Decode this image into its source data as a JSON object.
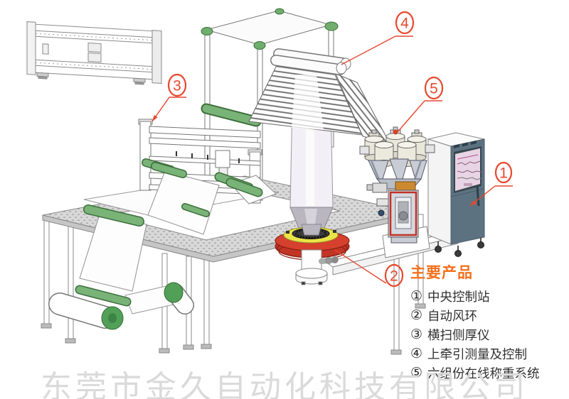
{
  "legend": {
    "title": "主要产品",
    "items": [
      {
        "number": "①",
        "label": "中央控制站"
      },
      {
        "number": "②",
        "label": "自动风环"
      },
      {
        "number": "③",
        "label": "横扫侧厚仪"
      },
      {
        "number": "④",
        "label": "上牵引测量及控制"
      },
      {
        "number": "⑤",
        "label": "六组份在线称重系统"
      }
    ]
  },
  "callouts": [
    {
      "number": "1"
    },
    {
      "number": "2"
    },
    {
      "number": "3"
    },
    {
      "number": "4"
    },
    {
      "number": "5"
    }
  ],
  "company": {
    "name": "东莞市金久自动化科技有限公司"
  },
  "colors": {
    "callout_red": "#e8472e",
    "legend_title_orange": "#f3701d",
    "roller_green": "#79b377",
    "air_ring_yellow": "#e9e448",
    "air_ring_red": "#d6402e",
    "cabinet_front": "#5d7280",
    "company_text_gray": "#dadada"
  }
}
